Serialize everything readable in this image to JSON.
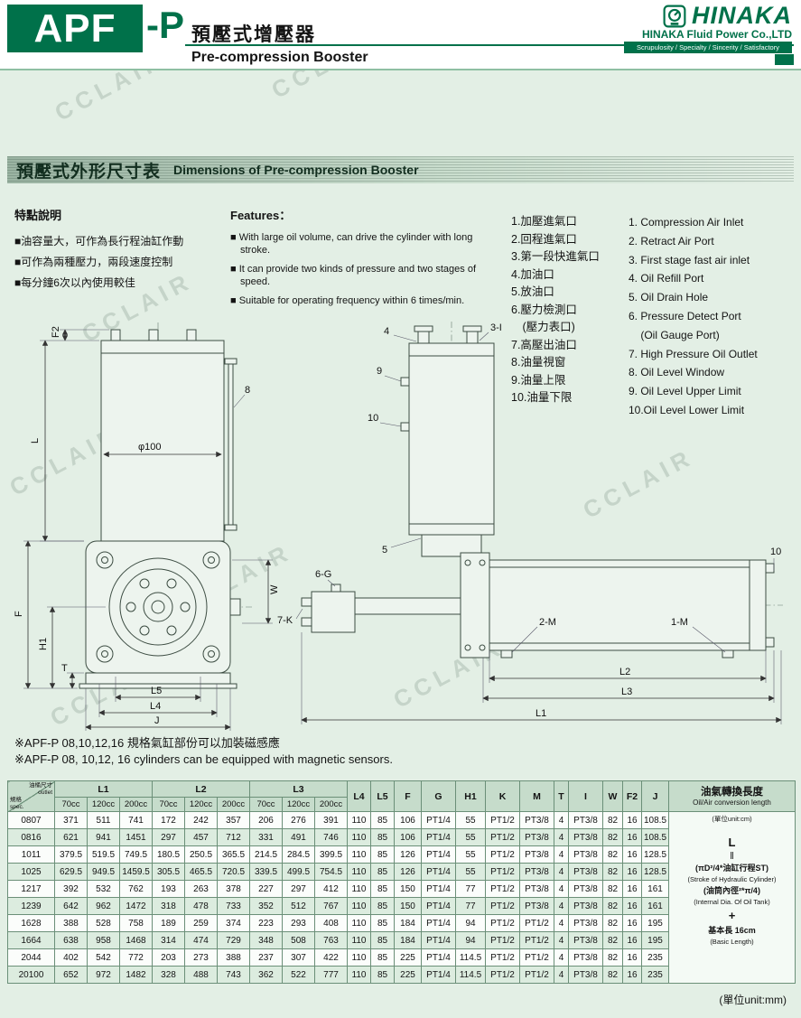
{
  "watermark": {
    "text": "CCLAIR"
  },
  "header": {
    "model": "APF",
    "model_suffix": "-P",
    "title_zh": "預壓式增壓器",
    "title_en": "Pre-compression Booster",
    "brand": "HINAKA",
    "brand_sub": "HINAKA Fluid Power Co.,LTD",
    "slogan": "Scrupulosity / Specialty / Sincerity / Satisfactory"
  },
  "section": {
    "title_zh": "預壓式外形尺寸表",
    "title_en": "Dimensions of Pre-compression Booster"
  },
  "features": {
    "zh_title": "特點說明",
    "zh_items": [
      "■油容量大，可作為長行程油缸作動",
      "■可作為兩種壓力，兩段速度控制",
      "■每分鐘6次以內使用較佳"
    ],
    "en_title": "Features：",
    "en_items": [
      "■ With large oil volume, can drive the cylinder with long stroke.",
      "■ It can provide two kinds of pressure and two stages of speed.",
      "■ Suitable for operating frequency within 6 times/min."
    ]
  },
  "ports": {
    "zh": [
      "1.加壓進氣口",
      "2.回程進氣口",
      "3.第一段快進氣口",
      "4.加油口",
      "5.放油口",
      "6.壓力檢測口",
      "　(壓力表口)",
      "7.高壓出油口",
      "8.油量視窗",
      "9.油量上限",
      "10.油量下限"
    ],
    "en": [
      "1. Compression Air Inlet",
      "2. Retract Air Port",
      "3. First stage fast air inlet",
      "4. Oil Refill Port",
      "5. Oil Drain Hole",
      "6. Pressure Detect Port",
      "    (Oil Gauge Port)",
      "7. High Pressure Oil Outlet",
      "8. Oil Level Window",
      "9. Oil Level Upper Limit",
      "10.Oil Level Lower Limit"
    ]
  },
  "drawings": {
    "left": {
      "L": "L",
      "F2": "F2",
      "dia": "φ100",
      "n8": "8",
      "F": "F",
      "H1": "H1",
      "T": "T",
      "W": "W",
      "L5": "L5",
      "L4": "L4",
      "J": "J"
    },
    "right": {
      "n4": "4",
      "n3I": "3-I",
      "n9": "9",
      "n10": "10",
      "n5": "5",
      "n6G": "6-G",
      "n7K": "7-K",
      "n2M": "2-M",
      "n1M": "1-M",
      "n10b": "10",
      "L1": "L1",
      "L2": "L2",
      "L3": "L3"
    }
  },
  "notes": [
    "※APF-P 08,10,12,16 規格氣缸部份可以加裝磁感應",
    "※APF-P 08, 10,12, 16 cylinders can be equipped with magnetic sensors."
  ],
  "table": {
    "corner": {
      "top_zh": "油桶尺寸",
      "top_en": "outlet",
      "bottom_zh": "規格",
      "bottom_en": "spec."
    },
    "groups": [
      "L1",
      "L2",
      "L3"
    ],
    "cc": [
      "70cc",
      "120cc",
      "200cc"
    ],
    "cols": [
      "L4",
      "L5",
      "F",
      "G",
      "H1",
      "K",
      "M",
      "T",
      "I",
      "W",
      "F2",
      "J"
    ],
    "conv_header_zh": "油氣轉換長度",
    "conv_header_en": "Oil/Air conversion length",
    "rows": [
      {
        "spec": "0807",
        "values": [
          "371",
          "511",
          "741",
          "172",
          "242",
          "357",
          "206",
          "276",
          "391",
          "110",
          "85",
          "106",
          "PT1/4",
          "55",
          "PT1/2",
          "PT3/8",
          "4",
          "PT3/8",
          "82",
          "16",
          "108.5"
        ]
      },
      {
        "spec": "0816",
        "values": [
          "621",
          "941",
          "1451",
          "297",
          "457",
          "712",
          "331",
          "491",
          "746",
          "110",
          "85",
          "106",
          "PT1/4",
          "55",
          "PT1/2",
          "PT3/8",
          "4",
          "PT3/8",
          "82",
          "16",
          "108.5"
        ]
      },
      {
        "spec": "1011",
        "values": [
          "379.5",
          "519.5",
          "749.5",
          "180.5",
          "250.5",
          "365.5",
          "214.5",
          "284.5",
          "399.5",
          "110",
          "85",
          "126",
          "PT1/4",
          "55",
          "PT1/2",
          "PT3/8",
          "4",
          "PT3/8",
          "82",
          "16",
          "128.5"
        ]
      },
      {
        "spec": "1025",
        "values": [
          "629.5",
          "949.5",
          "1459.5",
          "305.5",
          "465.5",
          "720.5",
          "339.5",
          "499.5",
          "754.5",
          "110",
          "85",
          "126",
          "PT1/4",
          "55",
          "PT1/2",
          "PT3/8",
          "4",
          "PT3/8",
          "82",
          "16",
          "128.5"
        ]
      },
      {
        "spec": "1217",
        "values": [
          "392",
          "532",
          "762",
          "193",
          "263",
          "378",
          "227",
          "297",
          "412",
          "110",
          "85",
          "150",
          "PT1/4",
          "77",
          "PT1/2",
          "PT3/8",
          "4",
          "PT3/8",
          "82",
          "16",
          "161"
        ]
      },
      {
        "spec": "1239",
        "values": [
          "642",
          "962",
          "1472",
          "318",
          "478",
          "733",
          "352",
          "512",
          "767",
          "110",
          "85",
          "150",
          "PT1/4",
          "77",
          "PT1/2",
          "PT3/8",
          "4",
          "PT3/8",
          "82",
          "16",
          "161"
        ]
      },
      {
        "spec": "1628",
        "values": [
          "388",
          "528",
          "758",
          "189",
          "259",
          "374",
          "223",
          "293",
          "408",
          "110",
          "85",
          "184",
          "PT1/4",
          "94",
          "PT1/2",
          "PT1/2",
          "4",
          "PT3/8",
          "82",
          "16",
          "195"
        ]
      },
      {
        "spec": "1664",
        "values": [
          "638",
          "958",
          "1468",
          "314",
          "474",
          "729",
          "348",
          "508",
          "763",
          "110",
          "85",
          "184",
          "PT1/4",
          "94",
          "PT1/2",
          "PT1/2",
          "4",
          "PT3/8",
          "82",
          "16",
          "195"
        ]
      },
      {
        "spec": "2044",
        "values": [
          "402",
          "542",
          "772",
          "203",
          "273",
          "388",
          "237",
          "307",
          "422",
          "110",
          "85",
          "225",
          "PT1/4",
          "114.5",
          "PT1/2",
          "PT1/2",
          "4",
          "PT3/8",
          "82",
          "16",
          "235"
        ]
      },
      {
        "spec": "20100",
        "values": [
          "652",
          "972",
          "1482",
          "328",
          "488",
          "743",
          "362",
          "522",
          "777",
          "110",
          "85",
          "225",
          "PT1/4",
          "114.5",
          "PT1/2",
          "PT1/2",
          "4",
          "PT3/8",
          "82",
          "16",
          "235"
        ]
      }
    ],
    "conversion_lines": [
      "(單位unit:cm)",
      "L",
      "‖",
      "(πD²/4*油缸行程ST)",
      "(Stroke of Hydraulic Cylinder)",
      "(油筒內徑²*π/4)",
      "(Internal Dia. Of Oil Tank)",
      "+",
      "基本長 16cm",
      "(Basic Length)"
    ]
  },
  "unit_note": "(單位unit:mm)"
}
